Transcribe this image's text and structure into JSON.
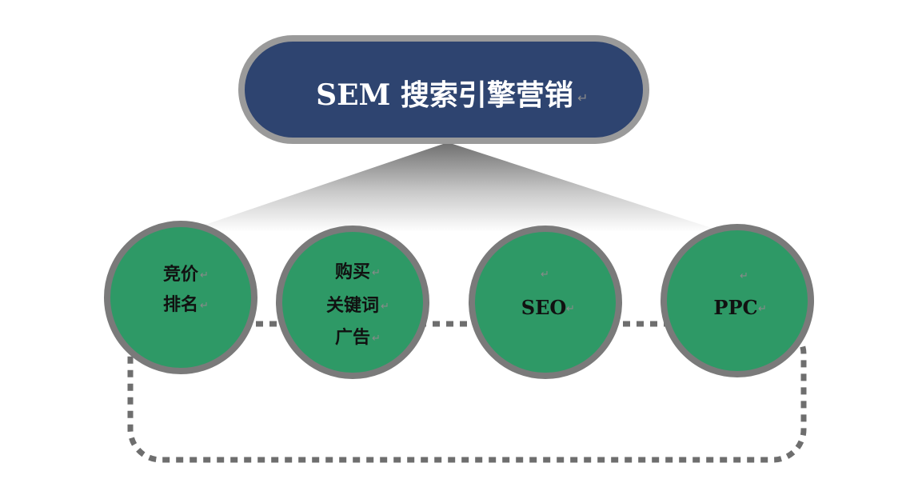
{
  "colors": {
    "title_fill": "#2e4470",
    "title_border": "#9a9a9a",
    "title_text": "#ffffff",
    "node_fill": "#2e9966",
    "node_border": "#7a7a7a",
    "node_text": "#111111",
    "connector": "#6e6e6e",
    "para_mark": "#8a8a8a"
  },
  "title": {
    "label": "SEM 搜索引擎营销",
    "mark": "↵"
  },
  "nodes": [
    {
      "lines": [
        "竞价",
        "排名"
      ],
      "marks": [
        "↵",
        "↵"
      ]
    },
    {
      "lines": [
        "购买",
        "关键词",
        "广告"
      ],
      "marks": [
        "↵",
        "↵",
        "↵"
      ]
    },
    {
      "lines": [
        "SEO"
      ],
      "marks": [
        "↵"
      ],
      "top_mark": "↵"
    },
    {
      "lines": [
        "PPC"
      ],
      "marks": [
        "↵"
      ],
      "top_mark": "↵"
    }
  ]
}
